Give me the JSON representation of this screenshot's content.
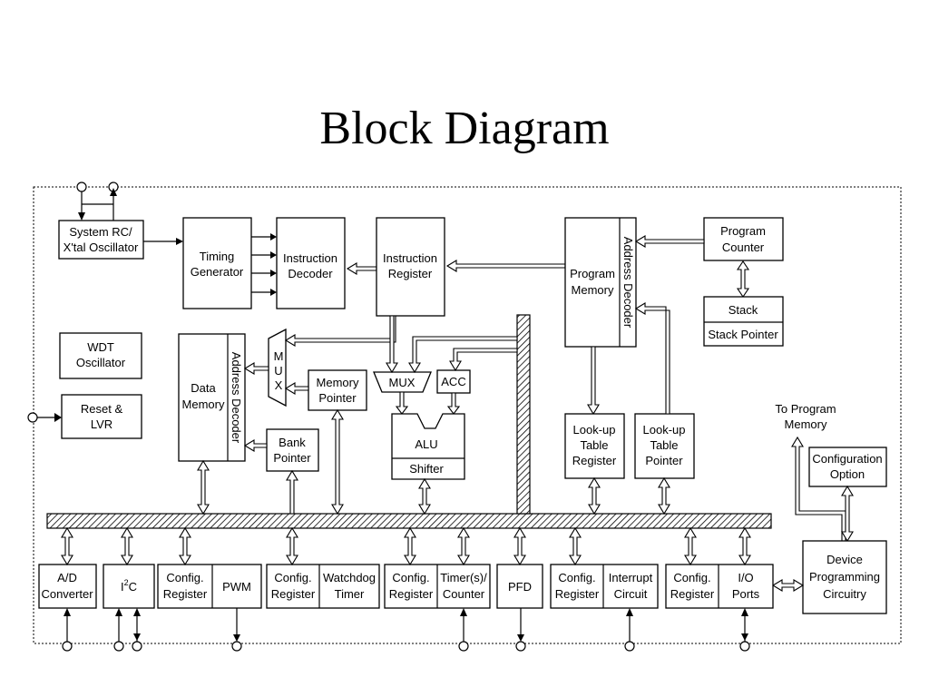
{
  "title": "Block Diagram",
  "blocks": {
    "oscillator": [
      "System RC/",
      "X'tal Oscillator"
    ],
    "timing": [
      "Timing",
      "Generator"
    ],
    "instr_decoder": [
      "Instruction",
      "Decoder"
    ],
    "instr_register": [
      "Instruction",
      "Register"
    ],
    "program_memory": [
      "Program",
      "Memory"
    ],
    "program_counter": [
      "Program",
      "Counter"
    ],
    "stack": "Stack",
    "stack_pointer": "Stack Pointer",
    "address_decoder": "Address Decoder",
    "wdt_osc": [
      "WDT",
      "Oscillator"
    ],
    "reset_lvr": [
      "Reset &",
      "LVR"
    ],
    "data_memory": [
      "Data",
      "Memory"
    ],
    "data_address_decoder": "Address Decoder",
    "mux_left": "MUX",
    "memory_pointer": [
      "Memory",
      "Pointer"
    ],
    "bank_pointer": [
      "Bank",
      "Pointer"
    ],
    "mux_alu": "MUX",
    "acc": "ACC",
    "alu": "ALU",
    "shifter": "Shifter",
    "lookup_reg": [
      "Look-up",
      "Table",
      "Register"
    ],
    "lookup_ptr": [
      "Look-up",
      "Table",
      "Pointer"
    ],
    "to_program_memory": [
      "To Program",
      "Memory"
    ],
    "config_option": [
      "Configuration",
      "Option"
    ],
    "device_prog": [
      "Device",
      "Programming",
      "Circuitry"
    ]
  },
  "peripherals": {
    "ad": [
      "A/D",
      "Converter"
    ],
    "i2c": "C",
    "i2c_prefix": "I",
    "i2c_sup": "2",
    "config1": [
      "Config.",
      "Register"
    ],
    "pwm": "PWM",
    "config2": [
      "Config.",
      "Register"
    ],
    "watchdog": [
      "Watchdog",
      "Timer"
    ],
    "config3": [
      "Config.",
      "Register"
    ],
    "timer": [
      "Timer(s)/",
      "Counter"
    ],
    "pfd": "PFD",
    "config4": [
      "Config.",
      "Register"
    ],
    "interrupt": [
      "Interrupt",
      "Circuit"
    ],
    "config5": [
      "Config.",
      "Register"
    ],
    "io": [
      "I/O",
      "Ports"
    ]
  }
}
